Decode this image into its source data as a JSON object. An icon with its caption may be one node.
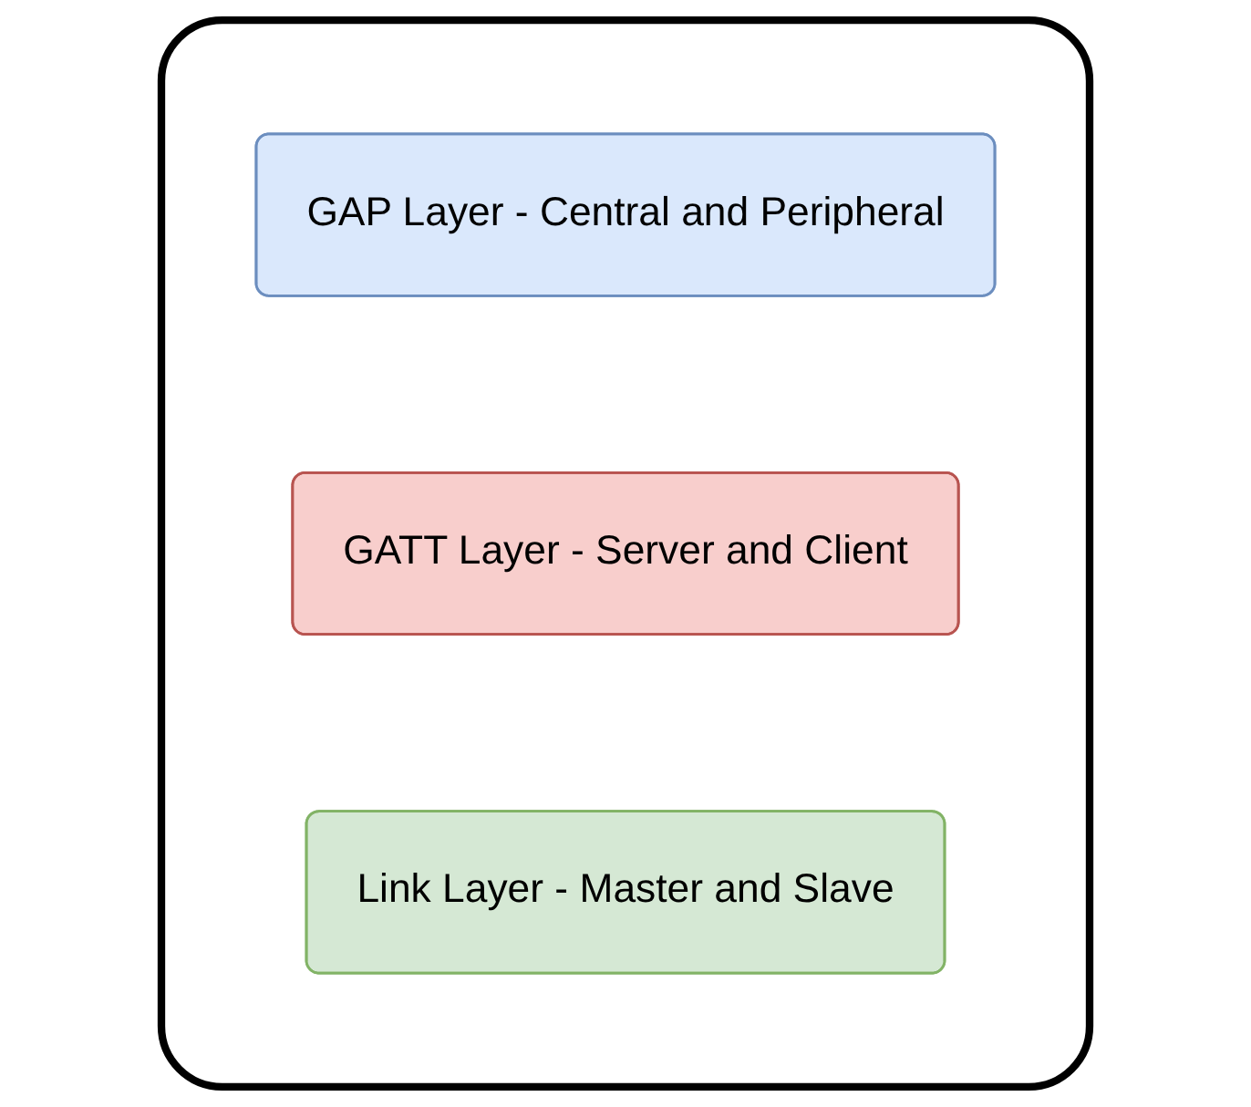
{
  "diagram": {
    "nodes": [
      {
        "text": [],
        "shape": "box"
      },
      {
        "text": [
          "GAP Layer - Central and Peripheral"
        ],
        "in": 0
      },
      {
        "text": [
          "GATT Layer - Server and Client"
        ],
        "in": 0
      },
      {
        "text": [
          "Link Layer - Master and Slave"
        ],
        "in": 0
      }
    ]
  }
}
